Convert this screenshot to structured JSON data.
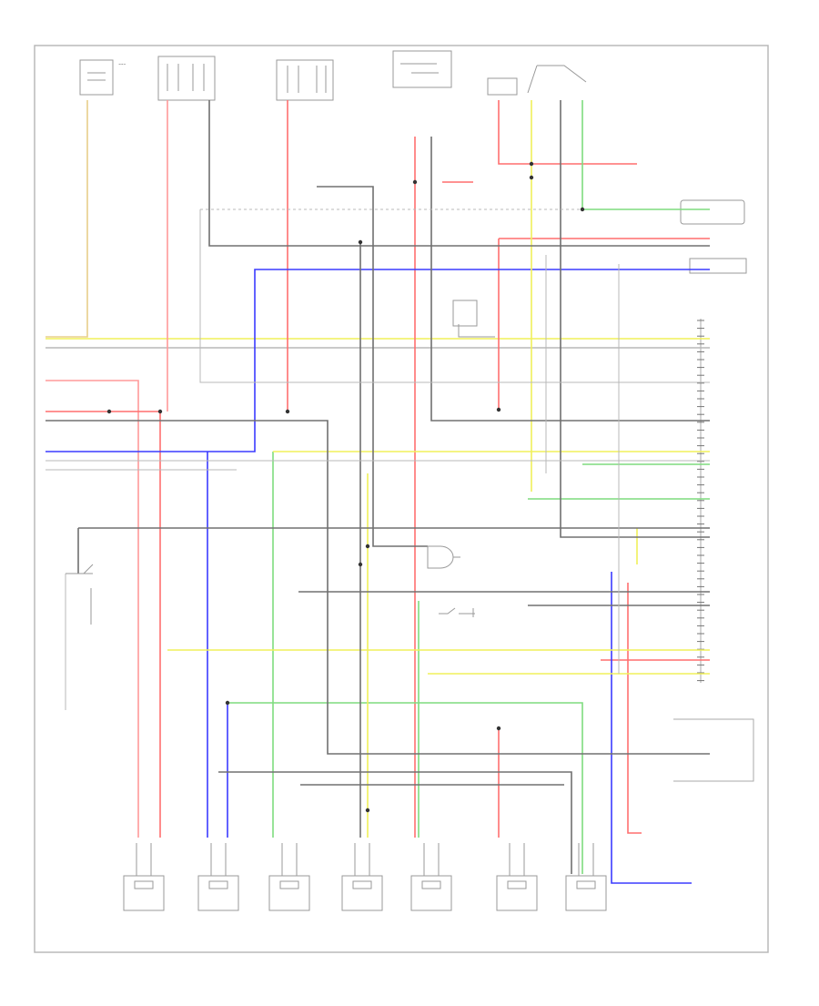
{
  "diagram": {
    "footer_code": "",
    "colors": {
      "red": "#ff6f6f",
      "pink": "#ff9a9a",
      "blue": "#3b3bff",
      "green": "#7fdc7f",
      "yellow": "#f0f05a",
      "tan": "#e8cf8a",
      "black": "#707070",
      "gray": "#b8b8b8",
      "orange": "#ff9a7a"
    },
    "components": [
      {
        "id": "top-sensor-a",
        "label": ""
      },
      {
        "id": "top-sensor-b",
        "label": ""
      },
      {
        "id": "top-sensor-c",
        "label": ""
      },
      {
        "id": "top-relay",
        "label": ""
      },
      {
        "id": "top-switch",
        "label": ""
      },
      {
        "id": "right-connector-upper",
        "label": ""
      },
      {
        "id": "right-connector-lower",
        "label": ""
      },
      {
        "id": "ecm-block",
        "label": ""
      },
      {
        "id": "bottom-sensor-1",
        "label": ""
      },
      {
        "id": "bottom-sensor-2",
        "label": ""
      },
      {
        "id": "bottom-sensor-3",
        "label": ""
      },
      {
        "id": "bottom-sensor-4",
        "label": ""
      },
      {
        "id": "bottom-sensor-5",
        "label": ""
      },
      {
        "id": "bottom-sensor-6",
        "label": ""
      },
      {
        "id": "bottom-sensor-7",
        "label": ""
      }
    ]
  }
}
